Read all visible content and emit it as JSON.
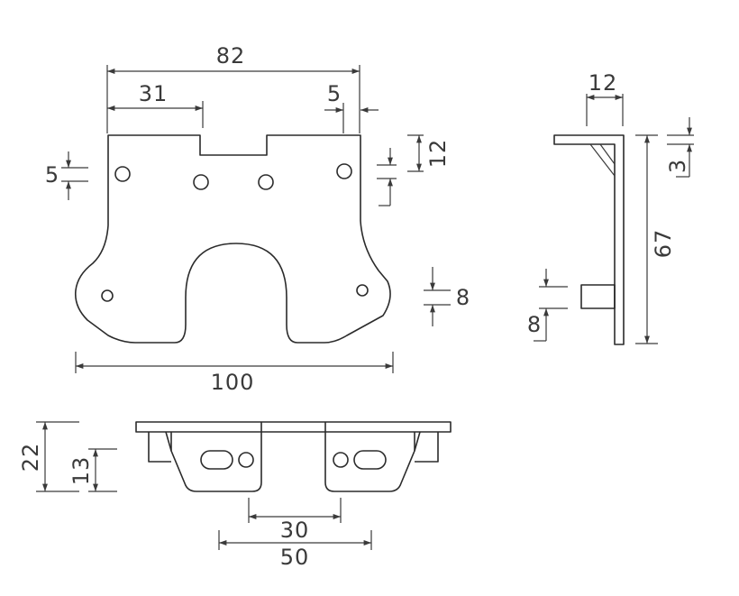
{
  "dimensions": {
    "top_width": "82",
    "notch_offset": "31",
    "right_gap": "5",
    "left_hole_spacing": "5",
    "right_height": "12",
    "lower_height": "8",
    "bottom_width": "100",
    "side_width": "12",
    "side_thickness": "3",
    "side_height": "67",
    "side_tab": "8",
    "front_total_height": "22",
    "front_inner_height": "13",
    "front_inner_width": "30",
    "front_outer_width": "50"
  },
  "colors": {
    "line": "#2b2b2b",
    "text": "#3a3a3a",
    "background": "#ffffff"
  }
}
